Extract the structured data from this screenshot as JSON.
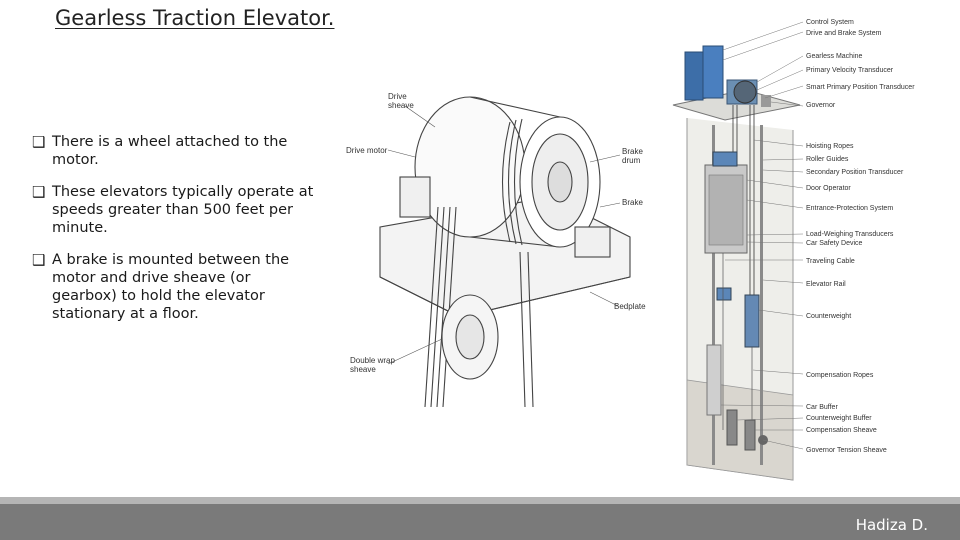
{
  "title": "Gearless Traction Elevator.",
  "bullets": [
    "There is a wheel attached to the motor.",
    "These elevators typically operate at speeds greater than 500 feet per minute.",
    "A brake is mounted between the motor and drive sheave (or gearbox) to hold the elevator stationary at a floor."
  ],
  "machine_diagram": {
    "labels": {
      "drive_sheave": [
        "Drive",
        "sheave"
      ],
      "drive_motor": "Drive motor",
      "brake_drum": [
        "Brake",
        "drum"
      ],
      "brake": "Brake",
      "bedplate": "Bedplate",
      "double_wrap_sheave": [
        "Double wrap",
        "sheave"
      ]
    }
  },
  "elevator_diagram": {
    "labels": [
      "Control System",
      "Drive and Brake System",
      "Gearless Machine",
      "Primary Velocity Transducer",
      "Smart Primary Position Transducer",
      "Governor",
      "Hoisting Ropes",
      "Roller Guides",
      "Secondary Position Transducer",
      "Door Operator",
      "Entrance-Protection System",
      "Load-Weighing Transducers",
      "Car Safety Device",
      "Traveling Cable",
      "Elevator Rail",
      "Counterweight",
      "Compensation Ropes",
      "Car Buffer",
      "Counterweight Buffer",
      "Compensation Sheave",
      "Governor Tension Sheave"
    ]
  },
  "footer": {
    "author": "Hadiza D."
  }
}
